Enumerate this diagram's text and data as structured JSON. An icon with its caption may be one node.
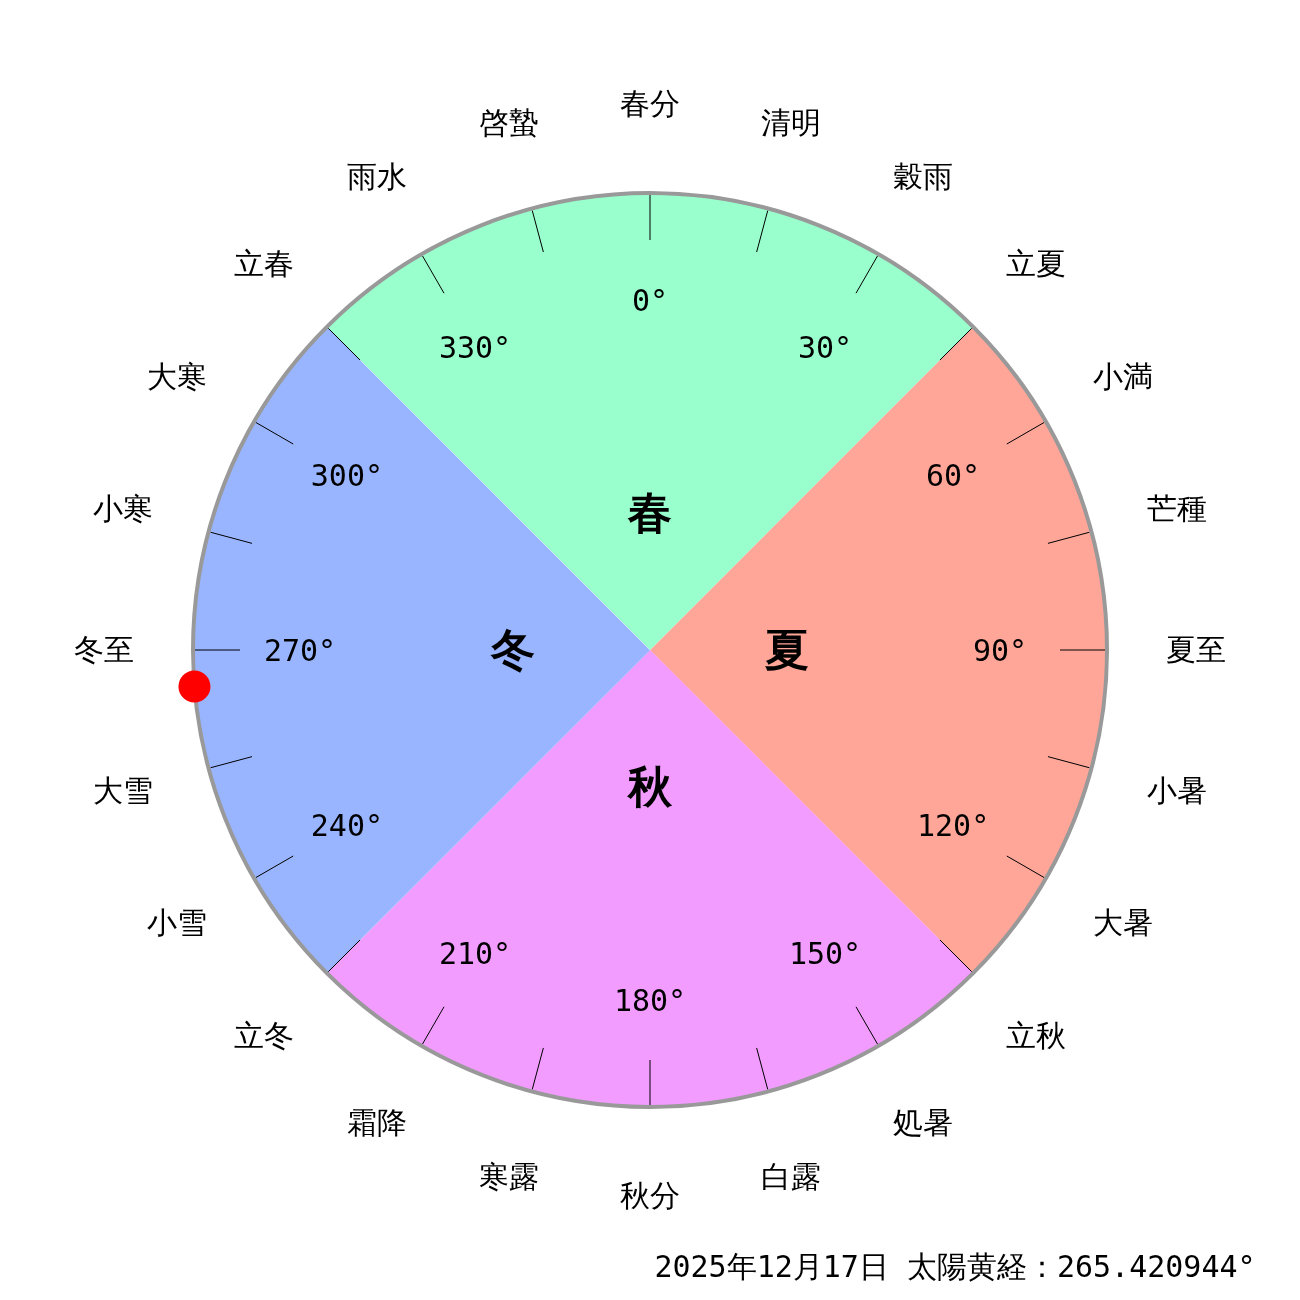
{
  "diagram": {
    "nodes": [
      {
        "text": [
          "春"
        ]
      },
      {
        "text": [
          "夏"
        ]
      },
      {
        "text": [
          "秋"
        ]
      },
      {
        "text": [
          "冬"
        ]
      }
    ],
    "labels": [
      "春分",
      "清明",
      "穀雨",
      "立夏",
      "小満",
      "芒種",
      "夏至",
      "小暑",
      "大暑",
      "立秋",
      "処暑",
      "白露",
      "秋分",
      "寒露",
      "霜降",
      "立冬",
      "小雪",
      "大雪",
      "冬至",
      "小寒",
      "大寒",
      "立春",
      "雨水",
      "啓蟄",
      "0°",
      "30°",
      "60°",
      "90°",
      "120°",
      "150°",
      "180°",
      "210°",
      "240°",
      "270°",
      "300°",
      "330°",
      "2025年12月17日 太陽黄経：265.420944°"
    ]
  }
}
